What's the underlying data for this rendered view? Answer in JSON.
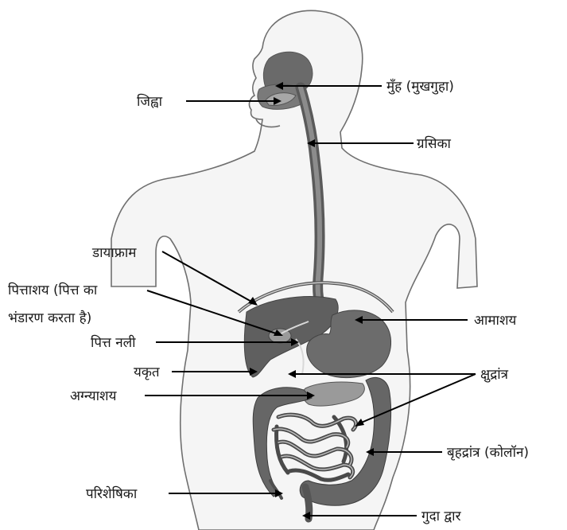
{
  "labels": {
    "mouth": "मुँह (मुखगुहा)",
    "tongue": "जिह्वा",
    "esophagus": "ग्रसिका",
    "diaphragm": "डायाफ्राम",
    "gallbladder_line1": "पित्ताशय (पित्त का",
    "gallbladder_line2": "भंडारण करता है)",
    "stomach": "आमाशय",
    "bile_duct": "पित्त नली",
    "liver": "यकृत",
    "small_intestine": "क्षुद्रांत्र",
    "pancreas": "अग्न्याशय",
    "large_intestine": "बृहद्रांत्र (कोलॉन)",
    "appendix": "परिशेषिका",
    "anus": "गुदा द्वार"
  },
  "colors": {
    "body_fill": "#f5f5f5",
    "outline": "#6f6f6f",
    "organ_dark": "#5e5e5e",
    "organ_mid": "#8a8a8a",
    "organ_light": "#b4b4b4",
    "pointer": "#000000"
  }
}
